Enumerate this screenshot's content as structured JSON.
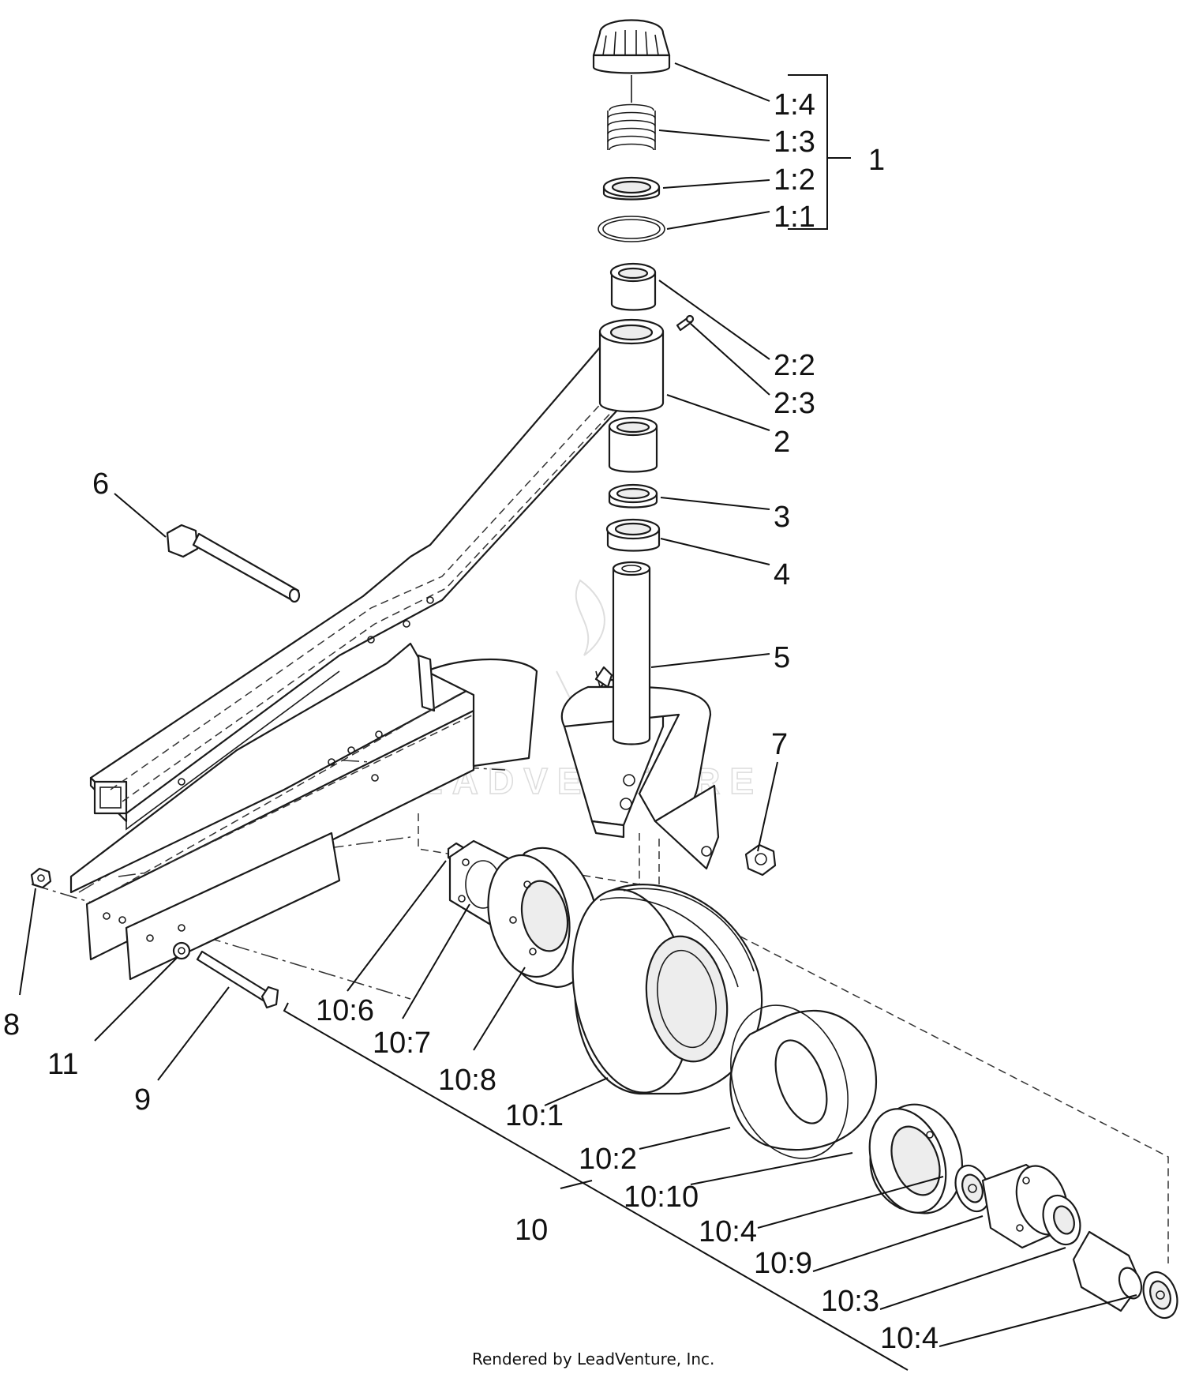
{
  "diagram": {
    "callouts": {
      "c1_4": "1:4",
      "c1_3": "1:3",
      "c1_2": "1:2",
      "c1_1": "1:1",
      "c1": "1",
      "c2_2": "2:2",
      "c2_3": "2:3",
      "c2": "2",
      "c3": "3",
      "c4": "4",
      "c5": "5",
      "c6": "6",
      "c7": "7",
      "c8": "8",
      "c11": "11",
      "c9": "9",
      "c10_6": "10:6",
      "c10_7": "10:7",
      "c10_8": "10:8",
      "c10_1": "10:1",
      "c10_2": "10:2",
      "c10_10": "10:10",
      "c10_4a": "10:4",
      "c10_9": "10:9",
      "c10_3": "10:3",
      "c10_4b": "10:4",
      "c10": "10"
    },
    "watermark": "LEADVENTURE",
    "footer": "Rendered by LeadVenture, Inc."
  }
}
